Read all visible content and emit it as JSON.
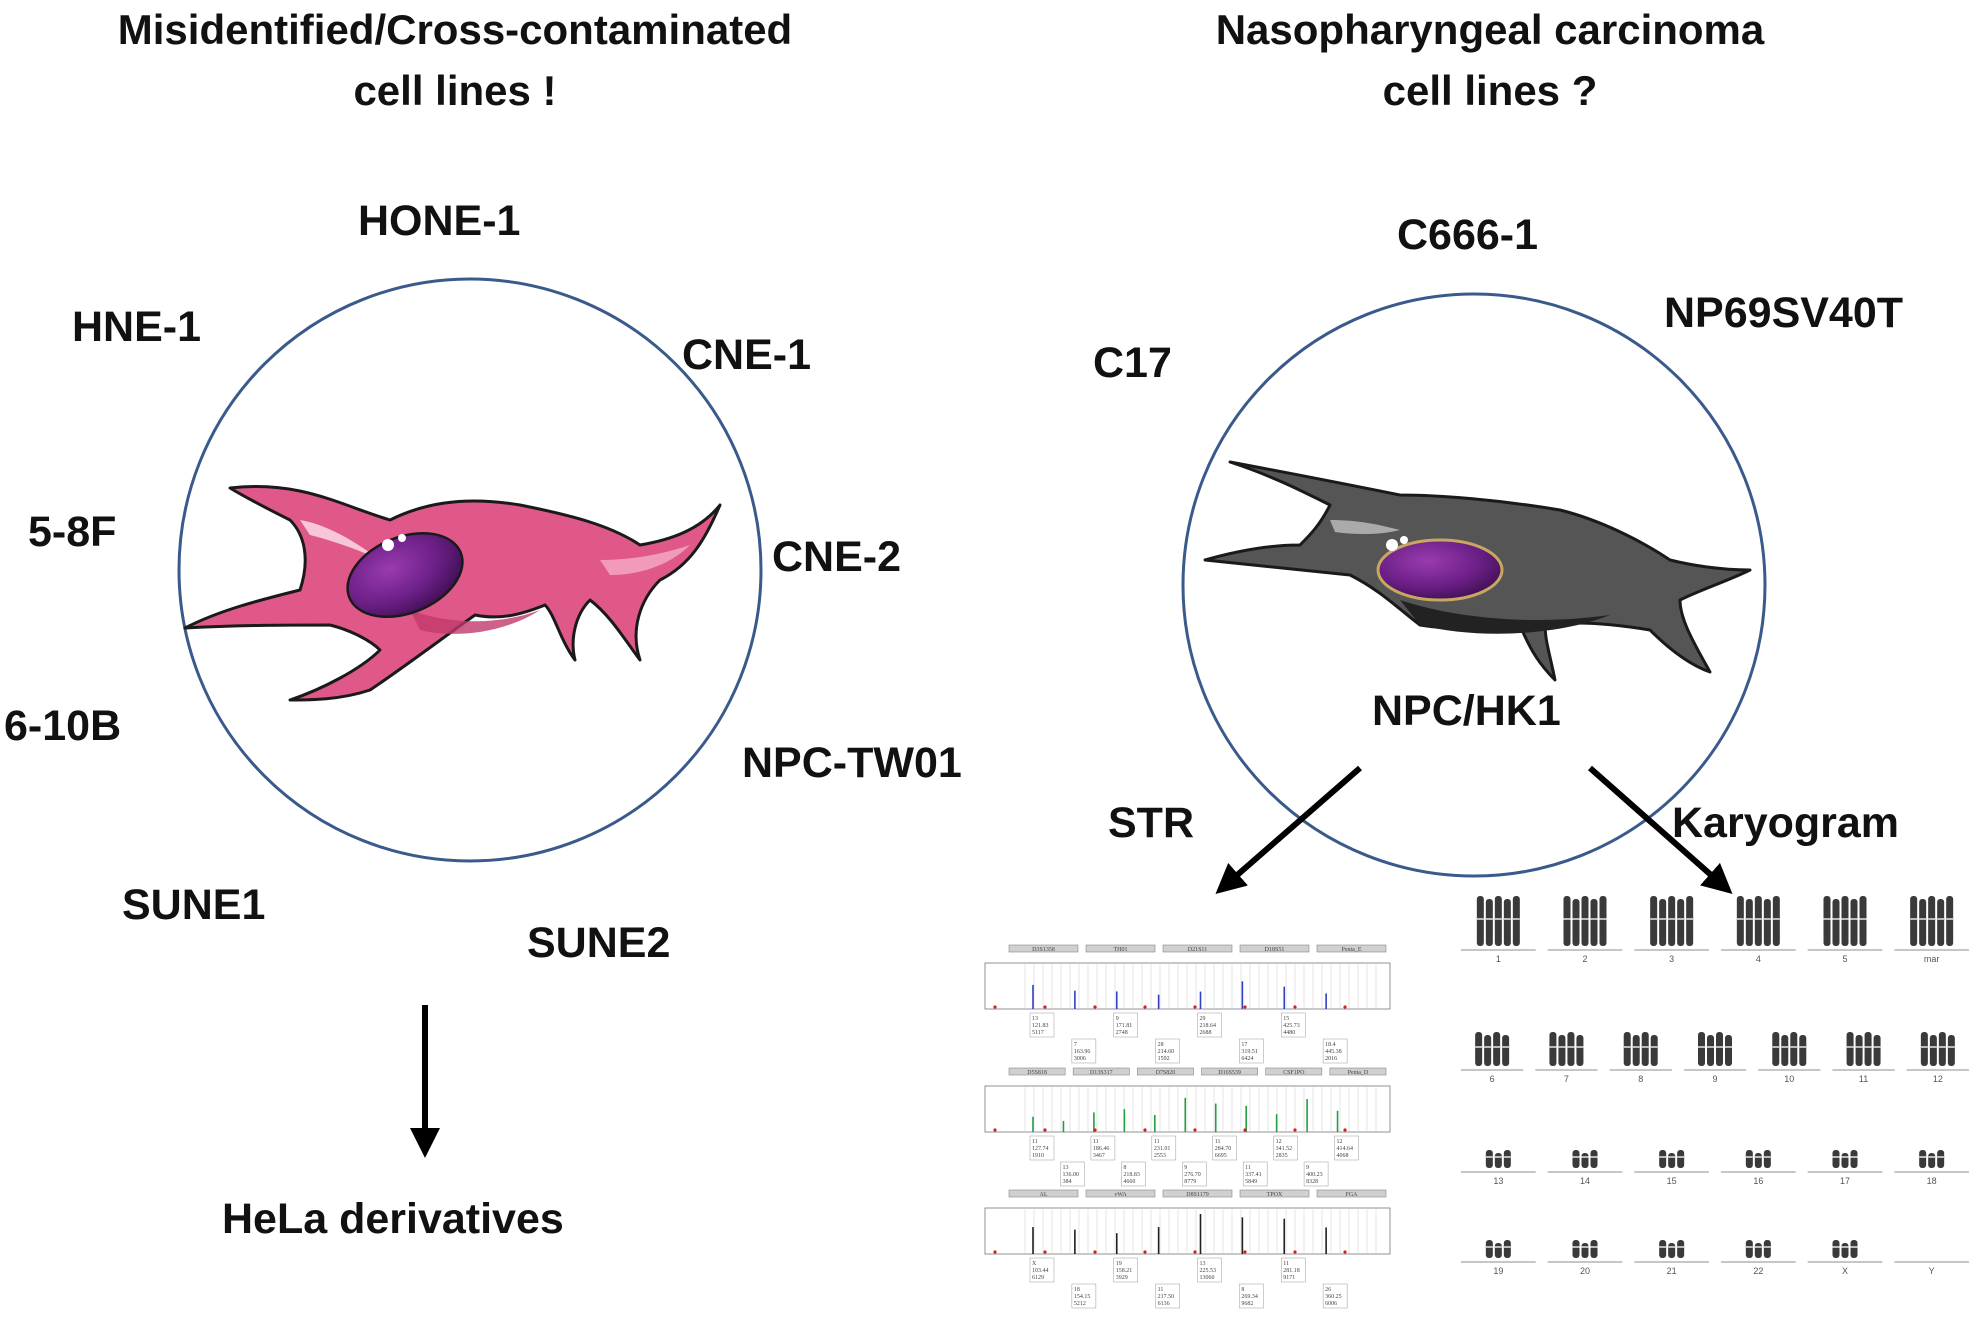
{
  "left_panel": {
    "title_line1": "Misidentified/Cross-contaminated",
    "title_line2": "cell lines !",
    "cell_lines": [
      "HONE-1",
      "HNE-1",
      "CNE-1",
      "5-8F",
      "CNE-2",
      "6-10B",
      "NPC-TW01",
      "SUNE1",
      "SUNE2"
    ],
    "result_label": "HeLa derivatives",
    "cell_color": "#e05a8a",
    "circle_color": "#3a5a8c"
  },
  "right_panel": {
    "title_line1": "Nasopharyngeal carcinoma",
    "title_line2": "cell lines ?",
    "cell_lines": [
      "C666-1",
      "NP69SV40T",
      "C17",
      "NPC/HK1"
    ],
    "method_labels": [
      "STR",
      "Karyogram"
    ],
    "cell_color": "#505050",
    "circle_color": "#3a5a8c"
  },
  "str_profile": {
    "rows": [
      {
        "loci": [
          "D3S1358",
          "TH01",
          "D21S11",
          "D18S51",
          "Penta_E"
        ],
        "alleles": [
          "13\n121.83\n5117",
          "7\n163.96\n3006",
          "9\n171.81\n2748",
          "28\n214.60\n1592",
          "29\n218.64\n2688",
          "17\n319.51\n6424",
          "15\n425.73\n4480",
          "18.4\n445.38\n2016"
        ]
      },
      {
        "loci": [
          "D5S818",
          "D13S317",
          "D7S820",
          "D16S539",
          "CSF1PO",
          "Penta_D"
        ],
        "alleles": [
          "11\n127.74\n1910",
          "13\n136.00\n384",
          "11\n186.46\n3467",
          "8\n218.83\n4660",
          "11\n231.01\n2553",
          "9\n276.70\n8779",
          "11\n284.70\n6695",
          "11\n337.41\n5849",
          "12\n341.52\n2835",
          "9\n400.23\n8328",
          "12\n414.64\n4068"
        ]
      },
      {
        "loci": [
          "AL",
          "vWA",
          "D8S1179",
          "TPOX",
          "FGA"
        ],
        "alleles": [
          "X\n103.44\n6129",
          "18\n154.15\n5212",
          "19\n158.21\n3929",
          "11\n217.50\n6136",
          "13\n225.53\n13060",
          "8\n269.34\n9682",
          "11\n281.18\n9171",
          "26\n360.25\n6006"
        ]
      }
    ]
  },
  "karyogram": {
    "rows": [
      [
        "1",
        "2",
        "3",
        "4",
        "5",
        "mar"
      ],
      [
        "6",
        "7",
        "8",
        "9",
        "10",
        "11",
        "12"
      ],
      [
        "13",
        "14",
        "15",
        "16",
        "17",
        "18"
      ],
      [
        "19",
        "20",
        "21",
        "22",
        "X",
        "Y"
      ]
    ]
  }
}
